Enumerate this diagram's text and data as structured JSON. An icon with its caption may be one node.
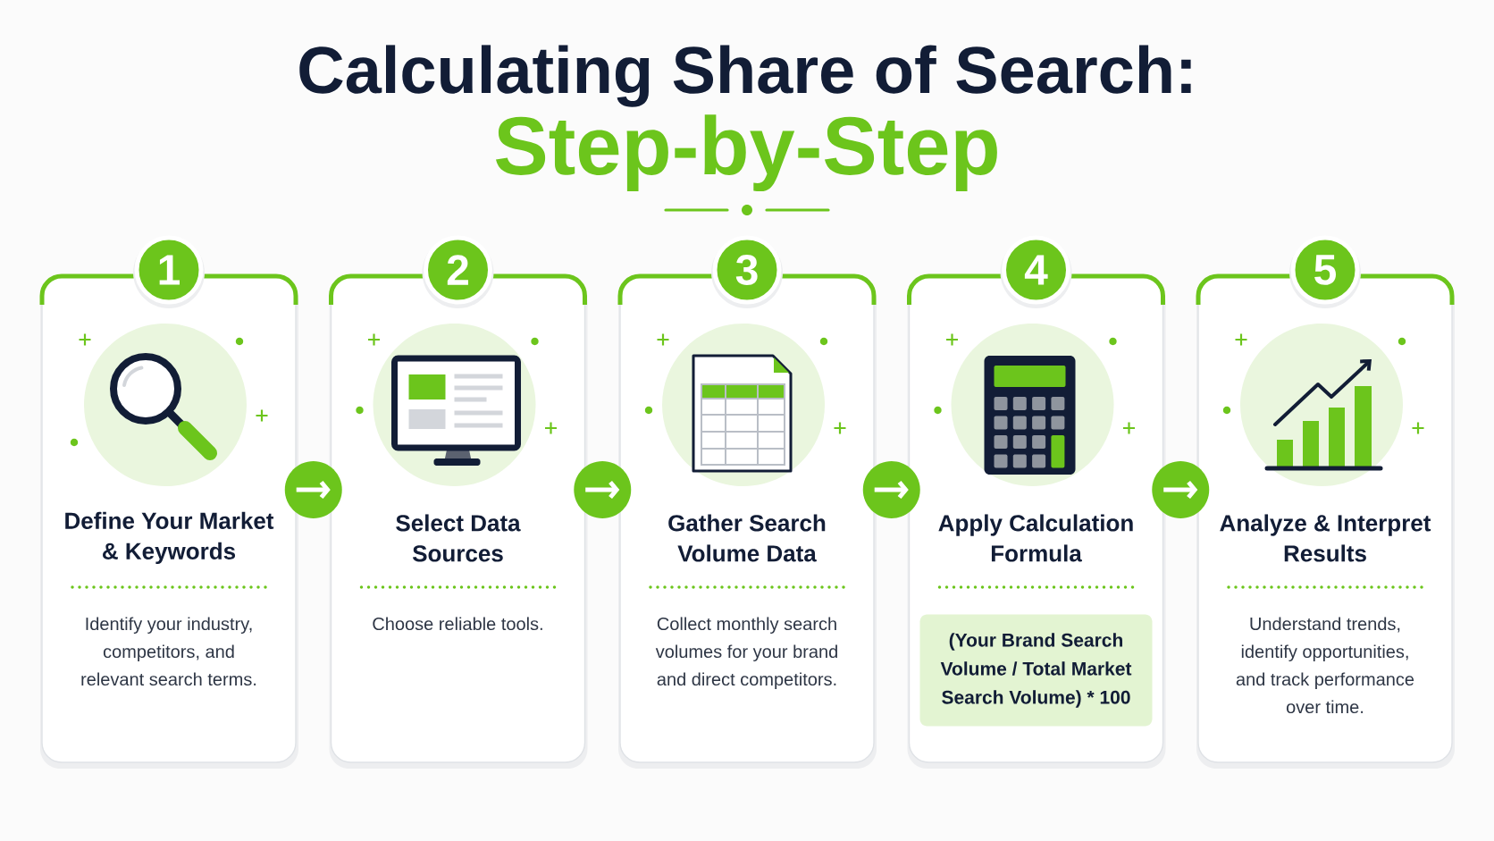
{
  "diagram": {
    "title": "Calculating Share of Search:",
    "nodes": [
      {
        "text": [
          "1"
        ]
      },
      {
        "text": [
          "Define Your Market & Keywords",
          "Identify your industry, competitors, and relevant search terms."
        ]
      },
      {
        "text": [
          "2"
        ]
      },
      {
        "text": [
          "Select Data Sources",
          "Choose reliable tools."
        ]
      },
      {
        "text": [
          "3"
        ]
      },
      {
        "text": [
          "Gather Search Volume Data",
          "Collect monthly search volumes for your brand and direct competitors."
        ]
      },
      {
        "text": [
          "4"
        ]
      },
      {
        "text": [
          "Apply Calculation Formula"
        ]
      },
      {
        "text": [
          "(Your Brand Search Volume / Total Market Search Volume) * 100"
        ],
        "in": 7
      },
      {
        "text": [
          "5"
        ]
      },
      {
        "text": [
          "Analyze & Interpret Results",
          "Understand trends, identify opportunities, and track performance over time."
        ]
      }
    ],
    "edges": [
      {
        "from": 1,
        "to": 3,
        "arrow": "to"
      },
      {
        "from": 3,
        "to": 5,
        "arrow": "to"
      },
      {
        "from": 5,
        "to": 7,
        "arrow": "to"
      },
      {
        "from": 7,
        "to": 10,
        "arrow": "to"
      }
    ],
    "labels": [
      "Step-by-Step"
    ]
  }
}
